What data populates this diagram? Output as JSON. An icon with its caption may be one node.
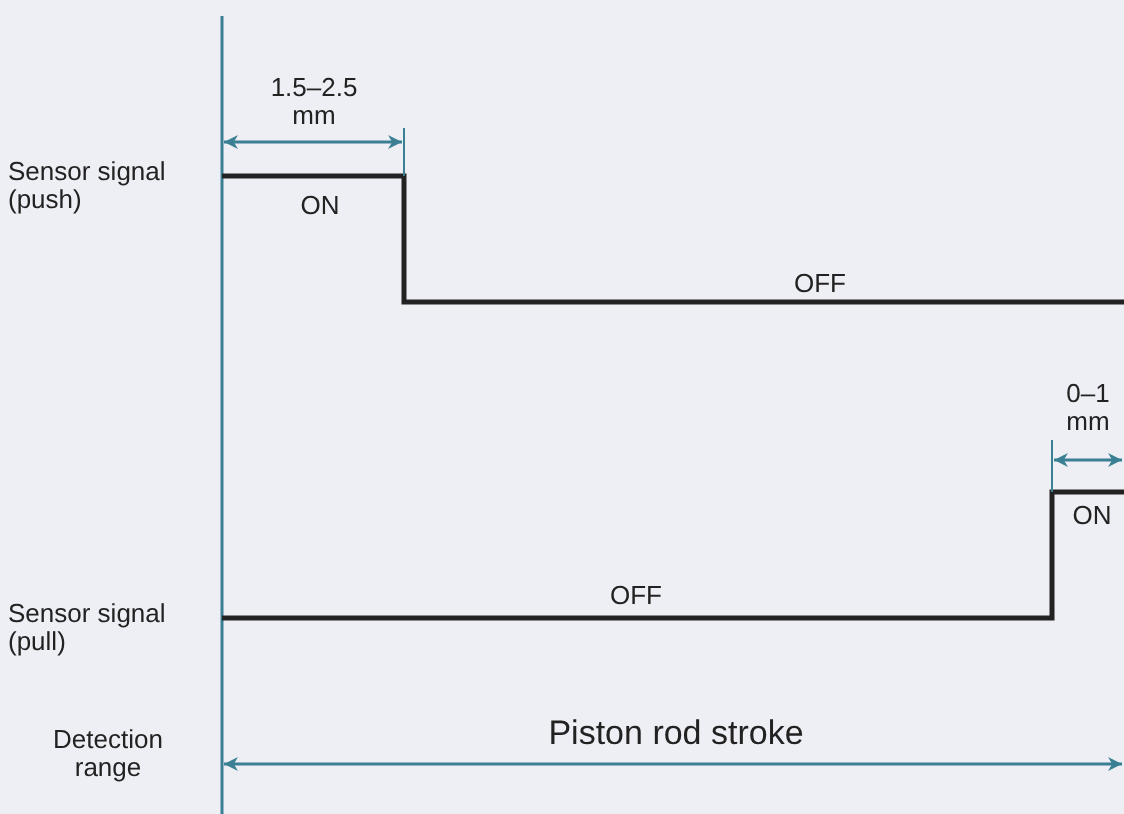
{
  "diagram": {
    "labels": [
      "1.5–2.5 mm",
      "Sensor signal (push)",
      "ON",
      "OFF",
      "0–1 mm",
      "ON",
      "Sensor signal (pull)",
      "OFF",
      "Detection range",
      "Piston rod stroke"
    ]
  }
}
